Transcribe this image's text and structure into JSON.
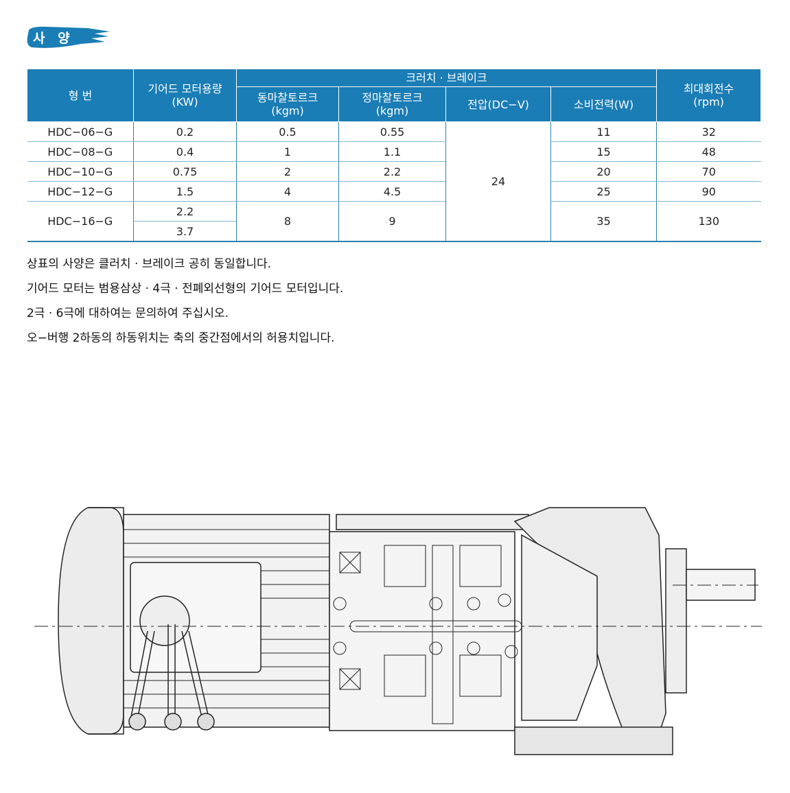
{
  "section_title": "사 양",
  "colors": {
    "header": "#1a7db5"
  },
  "table": {
    "headers": {
      "model": "형 번",
      "capacity": "기어드 모터용량",
      "capacity_unit": "(KW)",
      "clutch_brake": "크러치 · 브레이크",
      "dynamic": "동마찰토르크",
      "dynamic_unit": "(kgm)",
      "static": "정마찰토르크",
      "static_unit": "(kgm)",
      "voltage": "전압(DC−V)",
      "power": "소비전력(W)",
      "rpm": "최대회전수",
      "rpm_unit": "(rpm)"
    },
    "voltage_all": "24",
    "rows": [
      {
        "model": "HDC−06−G",
        "kw": "0.2",
        "dyn": "0.5",
        "stat": "0.55",
        "w": "11",
        "rpm": "32"
      },
      {
        "model": "HDC−08−G",
        "kw": "0.4",
        "dyn": "1",
        "stat": "1.1",
        "w": "15",
        "rpm": "48"
      },
      {
        "model": "HDC−10−G",
        "kw": "0.75",
        "dyn": "2",
        "stat": "2.2",
        "w": "20",
        "rpm": "70"
      },
      {
        "model": "HDC−12−G",
        "kw": "1.5",
        "dyn": "4",
        "stat": "4.5",
        "w": "25",
        "rpm": "90"
      },
      {
        "model": "HDC−16−G",
        "kw": "2.2",
        "kw2": "3.7",
        "dyn": "8",
        "stat": "9",
        "w": "35",
        "rpm": "130"
      }
    ]
  },
  "notes": [
    "상표의 사양은 클러치 · 브레이크 공히 동일합니다.",
    "기어드 모터는 범용삼상 · 4극 · 전폐외선형의 기어드 모터입니다.",
    "2극 · 6극에 대하여는 문의하여 주십시오.",
    "오−버행 2하동의 하동위치는 축의 중간점에서의 허용치입니다."
  ]
}
